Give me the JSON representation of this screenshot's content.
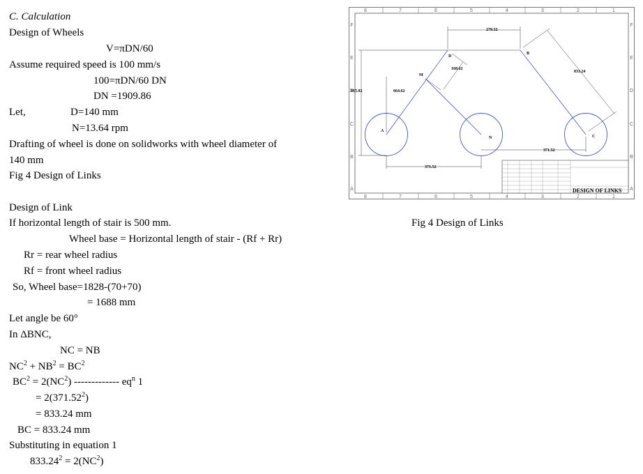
{
  "text_lines": [
    {
      "text": "C.   Calculation",
      "style": "italic"
    },
    {
      "text": "Design of Wheels"
    },
    {
      "text": "V=πDN/60"
    },
    {
      "text": "Assume required speed is 100 mm/s"
    },
    {
      "text": "100=πDN/60 DN"
    },
    {
      "text": "DN =1909.86"
    },
    {
      "text": "Let,"
    },
    {
      "text": "D=140 mm"
    },
    {
      "text": "N=13.64 rpm"
    },
    {
      "text": "Drafting of wheel is done on solidworks with wheel diameter of"
    },
    {
      "text": "140 mm"
    },
    {
      "text": "Fig 4 Design of Links"
    },
    {
      "text": "Design of Link"
    },
    {
      "text": "If horizontal length of stair is 500 mm."
    },
    {
      "text": "Wheel base = Horizontal length of stair - (Rf + Rr)"
    },
    {
      "text": "Rr = rear wheel radius"
    },
    {
      "text": "Rf = front wheel radius"
    },
    {
      "text": "So, Wheel base=1828-(70+70)"
    },
    {
      "text": "= 1688 mm"
    },
    {
      "text": "Let angle be 60°"
    },
    {
      "text": "In ΔBNC,"
    },
    {
      "text": "NC = NB"
    },
    {
      "text": "NC² + NB² = BC²"
    },
    {
      "text": "BC² = 2(NC²) ------------- eqⁿ 1"
    },
    {
      "text": "= 2(371.52²)"
    },
    {
      "text": "= 833.24 mm"
    },
    {
      "text": "BC = 833.24 mm"
    },
    {
      "text": "Substituting in equation 1"
    },
    {
      "text": "833.24² = 2(NC²)"
    }
  ],
  "figure": {
    "caption": "Fig 4 Design of Links",
    "title_block": "DESIGN OF LINKS",
    "title_block_sheet": "A4",
    "border_top_labels": [
      "8",
      "7",
      "6",
      "5",
      "4",
      "3",
      "2",
      "1"
    ],
    "border_bottom_labels": [
      "8",
      "7",
      "6",
      "5",
      "4",
      "3",
      "2",
      "1"
    ],
    "border_left_labels": [
      "F",
      "E",
      "D",
      "C",
      "B",
      "A"
    ],
    "border_right_labels": [
      "F",
      "E",
      "D",
      "C",
      "B",
      "A"
    ],
    "point_labels": [
      "A",
      "M",
      "D",
      "B",
      "N",
      "C"
    ],
    "dimensions": [
      "279.32",
      "168.62",
      "833.24",
      "664.62",
      "815.82",
      "371.52",
      "371.52"
    ]
  }
}
